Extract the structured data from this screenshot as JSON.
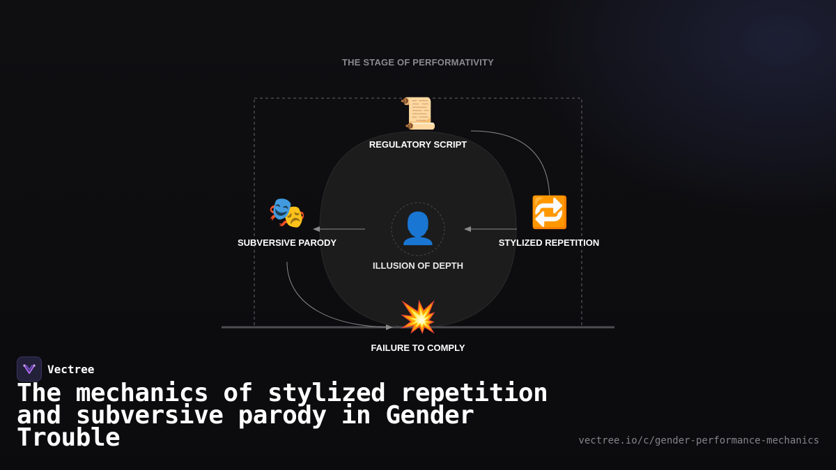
{
  "diagram": {
    "title": "THE STAGE OF PERFORMATIVITY",
    "nodes": {
      "regulatory_script": {
        "label": "REGULATORY SCRIPT",
        "icon": "scroll-icon",
        "glyph": "📜"
      },
      "stylized_repetition": {
        "label": "STYLIZED REPETITION",
        "icon": "repeat-icon",
        "glyph": "🔁"
      },
      "subversive_parody": {
        "label": "SUBVERSIVE PARODY",
        "icon": "theater-masks-icon",
        "glyph": "🎭"
      },
      "illusion_of_depth": {
        "label": "ILLUSION OF DEPTH",
        "icon": "person-silhouette-icon",
        "glyph": "👤"
      },
      "failure_to_comply": {
        "label": "FAILURE TO COMPLY",
        "icon": "collision-icon",
        "glyph": "💥"
      }
    },
    "colors": {
      "background": "#0f0f12",
      "blob": "#1c1c1c",
      "line": "#9a9a9a",
      "text": "#ffffff",
      "muted": "#8a8a8f"
    }
  },
  "brand": {
    "name": "Vectree",
    "logo_icon": "vectree-logo-icon"
  },
  "headline": "The mechanics of stylized repetition and subversive parody in Gender Trouble",
  "source_url": "vectree.io/c/gender-performance-mechanics"
}
